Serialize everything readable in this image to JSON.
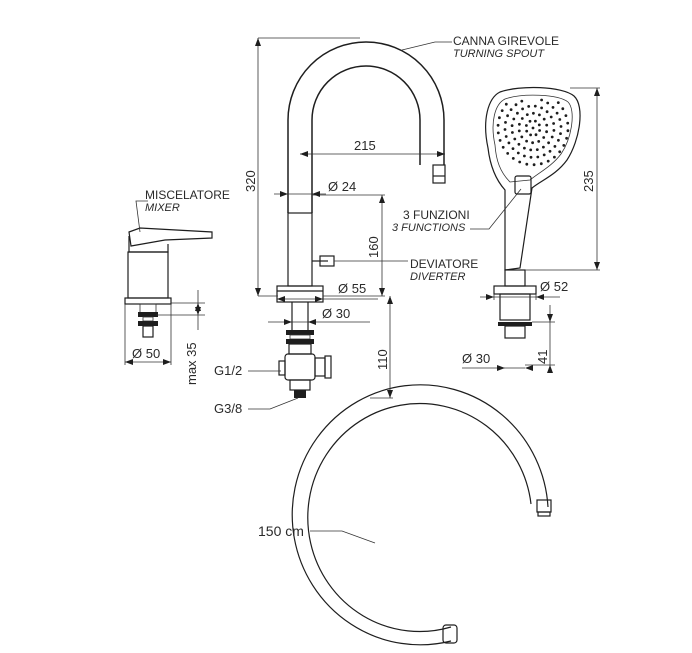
{
  "labels": {
    "spout_it": "CANNA  GIREVOLE",
    "spout_en": "TURNING SPOUT",
    "mixer_it": "MISCELATORE",
    "mixer_en": "MIXER",
    "functions_it": "3 FUNZIONI",
    "functions_en": "3 FUNCTIONS",
    "diverter_it": "DEVIATORE",
    "diverter_en": "DIVERTER",
    "hose_length": "150 cm"
  },
  "dimensions": {
    "height_320": "320",
    "reach_215": "215",
    "dia_24": "Ø 24",
    "height_160": "160",
    "dia_55": "Ø 55",
    "dia_30_spout": "Ø 30",
    "height_110": "110",
    "thread_g12": "G1/2",
    "thread_g38": "G3/8",
    "dia_50": "Ø 50",
    "max_35": "max 35",
    "height_235": "235",
    "dia_52": "Ø 52",
    "dia_30_shower": "Ø 30",
    "height_41": "41"
  },
  "colors": {
    "line": "#1e1e1e",
    "text": "#2a2a2a",
    "background": "#ffffff"
  }
}
